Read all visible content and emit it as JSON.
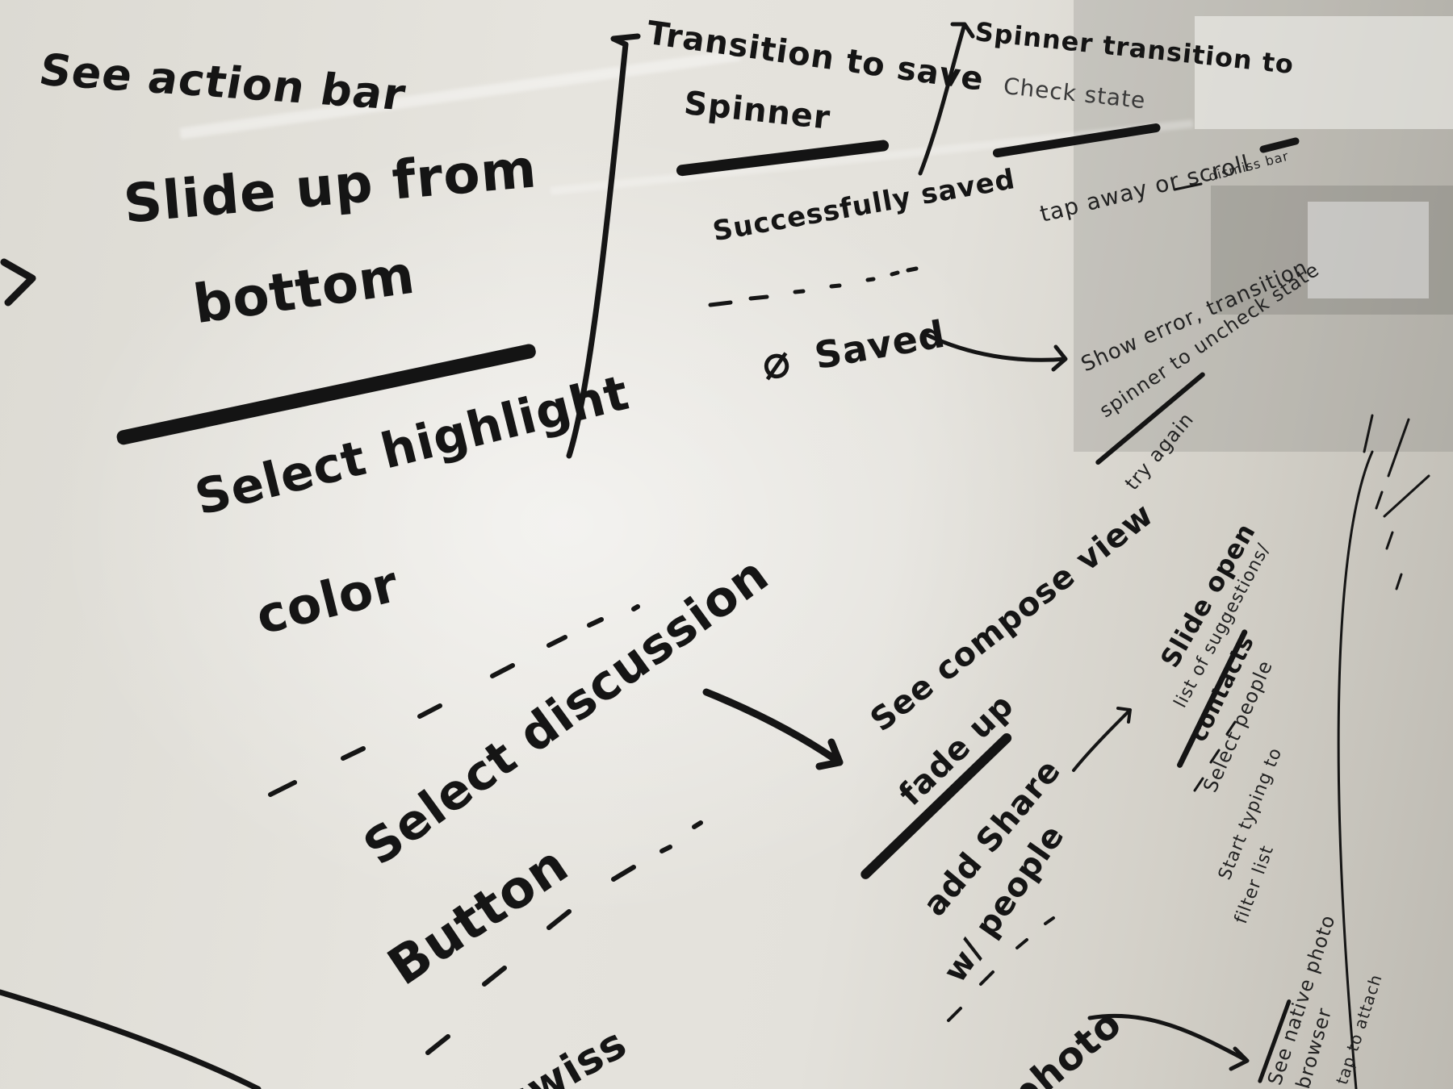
{
  "notes": {
    "see_action_bar": "See action bar",
    "slide_up_line1": "Slide up from",
    "slide_up_line2": "bottom",
    "select_highlight_line1": "Select highlight",
    "select_highlight_line2": "color",
    "transition_line1": "Transition to save",
    "transition_line2": "Spinner",
    "spinner_transition_line1": "Spinner transition to",
    "spinner_transition_line2": "Check state",
    "successfully_saved": "Successfully saved",
    "tap_away": "tap away or scroll",
    "dismiss_bar": "dismiss bar",
    "not_saved": "Saved",
    "show_error_line1": "Show error, transition",
    "show_error_line2": "spinner to uncheck state",
    "try_again": "try again",
    "select_discussion_line1": "Select discussion",
    "select_discussion_line2": "Button",
    "see_compose_line1": "See compose view",
    "see_compose_line2": "fade up",
    "add_share_line1": "add Share",
    "add_share_line2": "w/ people",
    "slide_open_line1": "Slide open",
    "slide_open_line2": "list of suggestions/",
    "slide_open_line3": "contacts",
    "select_people": "Select people",
    "start_typing_line1": "Start typing to",
    "start_typing_line2": "filter list",
    "swiss": "swiss",
    "photo": "photo",
    "see_native_photo_line1": "See native photo",
    "see_native_photo_line2": "browser",
    "tap_to_attach": "tap to attach"
  },
  "colors": {
    "ink": "#151515",
    "board": "#e4e2dc"
  }
}
